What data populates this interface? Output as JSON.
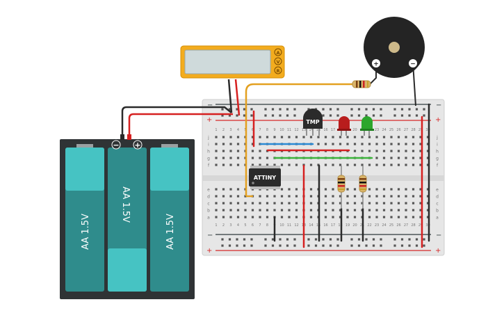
{
  "colors": {
    "background": "#ffffff",
    "breadboard": "#e6e6e6",
    "breadboard_rail_red": "#d62828",
    "breadboard_rail_dark": "#2f3b3c",
    "wire_red": "#d62020",
    "wire_black": "#2a2a2a",
    "wire_orange": "#e3a020",
    "wire_blue": "#2a8ad4",
    "wire_green": "#3cb43c",
    "battery_case": "#2f3335",
    "battery_cell": "#2f8c8c",
    "battery_cell_light": "#46c3c3",
    "multimeter_body": "#f3ac1e",
    "multimeter_screen": "#cfdadb",
    "buzzer_body": "#242424",
    "led_red": "#b81d1d",
    "led_green": "#2ca62c",
    "chip": "#2b2b2b",
    "resistor_body": "#d9b46a"
  },
  "breadboard": {
    "rail_plus": "+",
    "rail_minus": "−",
    "row_letters_top": [
      "j",
      "i",
      "h",
      "g",
      "f"
    ],
    "row_letters_bottom": [
      "e",
      "d",
      "c",
      "b",
      "a"
    ],
    "column_numbers": [
      "1",
      "2",
      "3",
      "4",
      "5",
      "6",
      "7",
      "8",
      "9",
      "10",
      "11",
      "12",
      "13",
      "14",
      "15",
      "16",
      "17",
      "18",
      "19",
      "20",
      "21",
      "22",
      "23",
      "24",
      "25",
      "26",
      "27",
      "28",
      "29",
      "30"
    ]
  },
  "battery": {
    "terminal_minus": "−",
    "terminal_plus": "+",
    "cells": [
      {
        "label": "AA 1.5V"
      },
      {
        "label": "AA 1.5V"
      },
      {
        "label": "AA 1.5V"
      }
    ]
  },
  "multimeter": {
    "modes": [
      "A",
      "V",
      "R"
    ]
  },
  "buzzer": {
    "terminal_plus": "+",
    "terminal_minus": "−"
  },
  "components": {
    "temp_sensor_label": "TMP",
    "microcontroller_label": "ATTINY"
  }
}
